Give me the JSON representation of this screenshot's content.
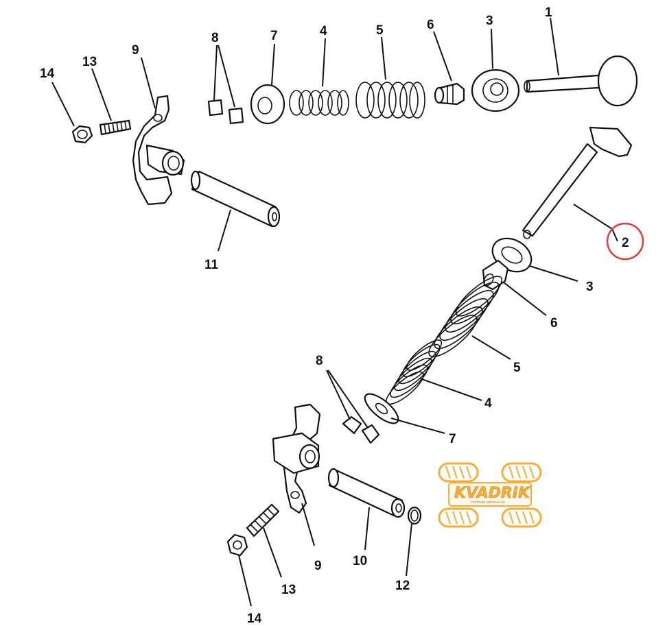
{
  "diagram": {
    "part_labels": {
      "valve_intake": "1",
      "valve_exhaust": "2",
      "seal_top": "3",
      "seal_bottom": "3",
      "spring_inner_top": "4",
      "spring_inner_bottom": "4",
      "spring_outer_top": "5",
      "spring_outer_bottom": "5",
      "stem_seal_top": "6",
      "stem_seal_bottom": "6",
      "retainer_top": "7",
      "retainer_bottom": "7",
      "cotter_top": "8",
      "cotter_bottom": "8",
      "rocker_arm_top": "9",
      "rocker_arm_bottom": "9",
      "shaft_bottom": "10",
      "shaft_top": "11",
      "oring": "12",
      "adjuster_top": "13",
      "adjuster_bottom": "13",
      "nut_top": "14",
      "nut_bottom": "14"
    },
    "highlight_color": "#e53935",
    "watermark": {
      "brand": "KVADRIK",
      "tagline": "свобода движения",
      "color": "#f5a623",
      "icon": "atv-tires-icon"
    }
  }
}
